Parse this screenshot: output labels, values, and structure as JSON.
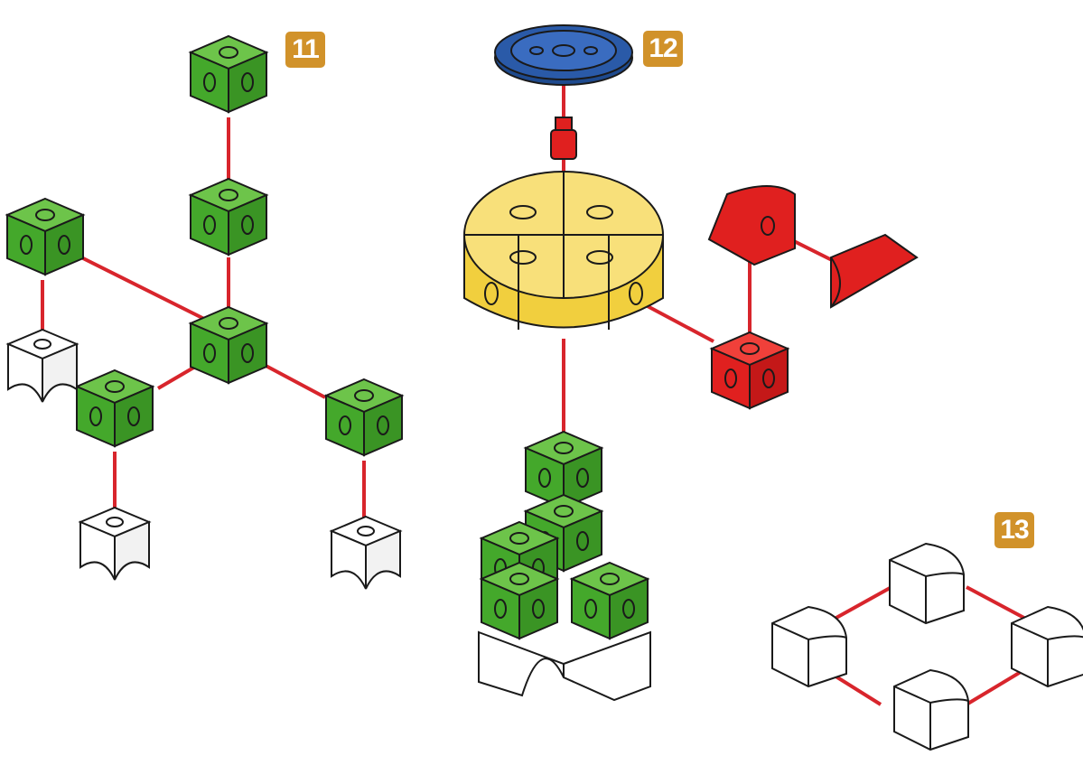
{
  "steps": [
    {
      "id": "11",
      "label": "11"
    },
    {
      "id": "12",
      "label": "12"
    },
    {
      "id": "13",
      "label": "13"
    }
  ],
  "colors": {
    "badge": "#d1922a",
    "connector": "#d8252c",
    "green": "#44a82b",
    "green_light": "#6dc44a",
    "green_dark": "#2f7d1e",
    "yellow": "#f1cf3e",
    "yellow_light": "#f8e07a",
    "red": "#e0201f",
    "blue": "#2a5aa8",
    "white_piece": "#ffffff",
    "outline": "#1a1a1a"
  },
  "icons": [
    "green-cube-icon",
    "white-base-icon",
    "yellow-drum-icon",
    "blue-gear-icon",
    "red-peg-icon",
    "red-cube-icon",
    "red-wedge-icon",
    "white-quarter-round-icon"
  ]
}
